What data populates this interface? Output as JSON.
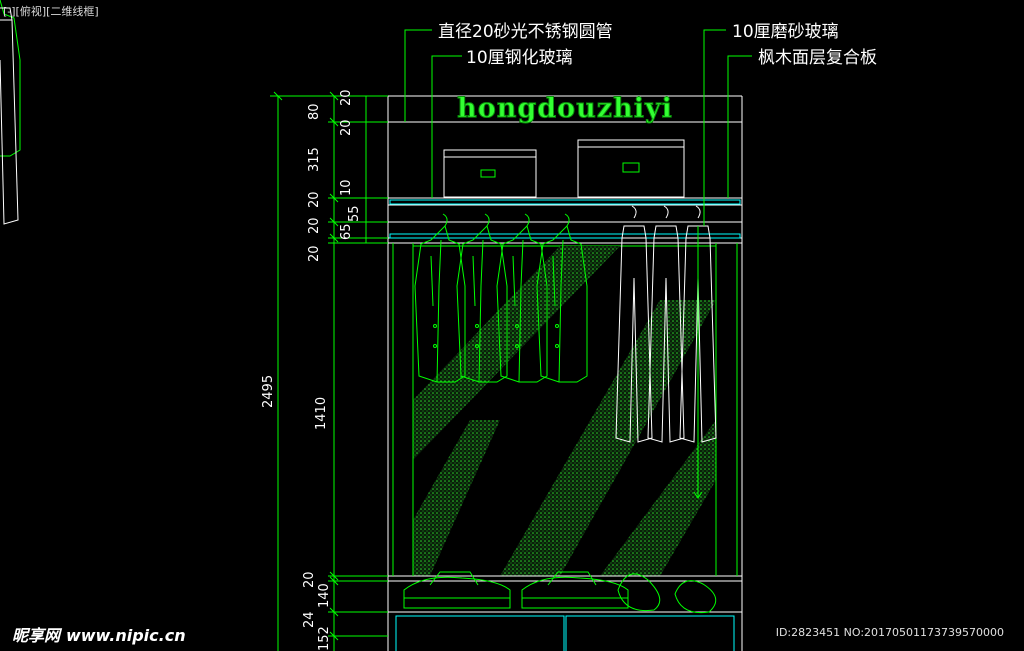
{
  "viewport": {
    "label": "[-][俯视][二维线框]"
  },
  "brand_text": "hongdouzhiyi",
  "annotations": {
    "tube": "直径20砂光不锈钢圆管",
    "tempered_glass": "10厘钢化玻璃",
    "frosted_glass": "10厘磨砂玻璃",
    "maple_board": "枫木面层复合板"
  },
  "dims_total": "2495",
  "dims_chain": [
    "80",
    "315",
    "20",
    "20",
    "20",
    "1410",
    "20",
    "140",
    "24",
    "152"
  ],
  "dims_right": [
    "20",
    "20",
    "10",
    "55",
    "65"
  ],
  "watermark": {
    "logo": "昵享网",
    "url": "www.nipic.cn"
  },
  "image_id": "ID:2823451 NO:20170501173739570000",
  "colors": {
    "line": "#00ff00",
    "dim": "#00ff00",
    "white": "#ffffff",
    "cyan": "#00ffff",
    "dark_green": "#0b3d0b"
  }
}
